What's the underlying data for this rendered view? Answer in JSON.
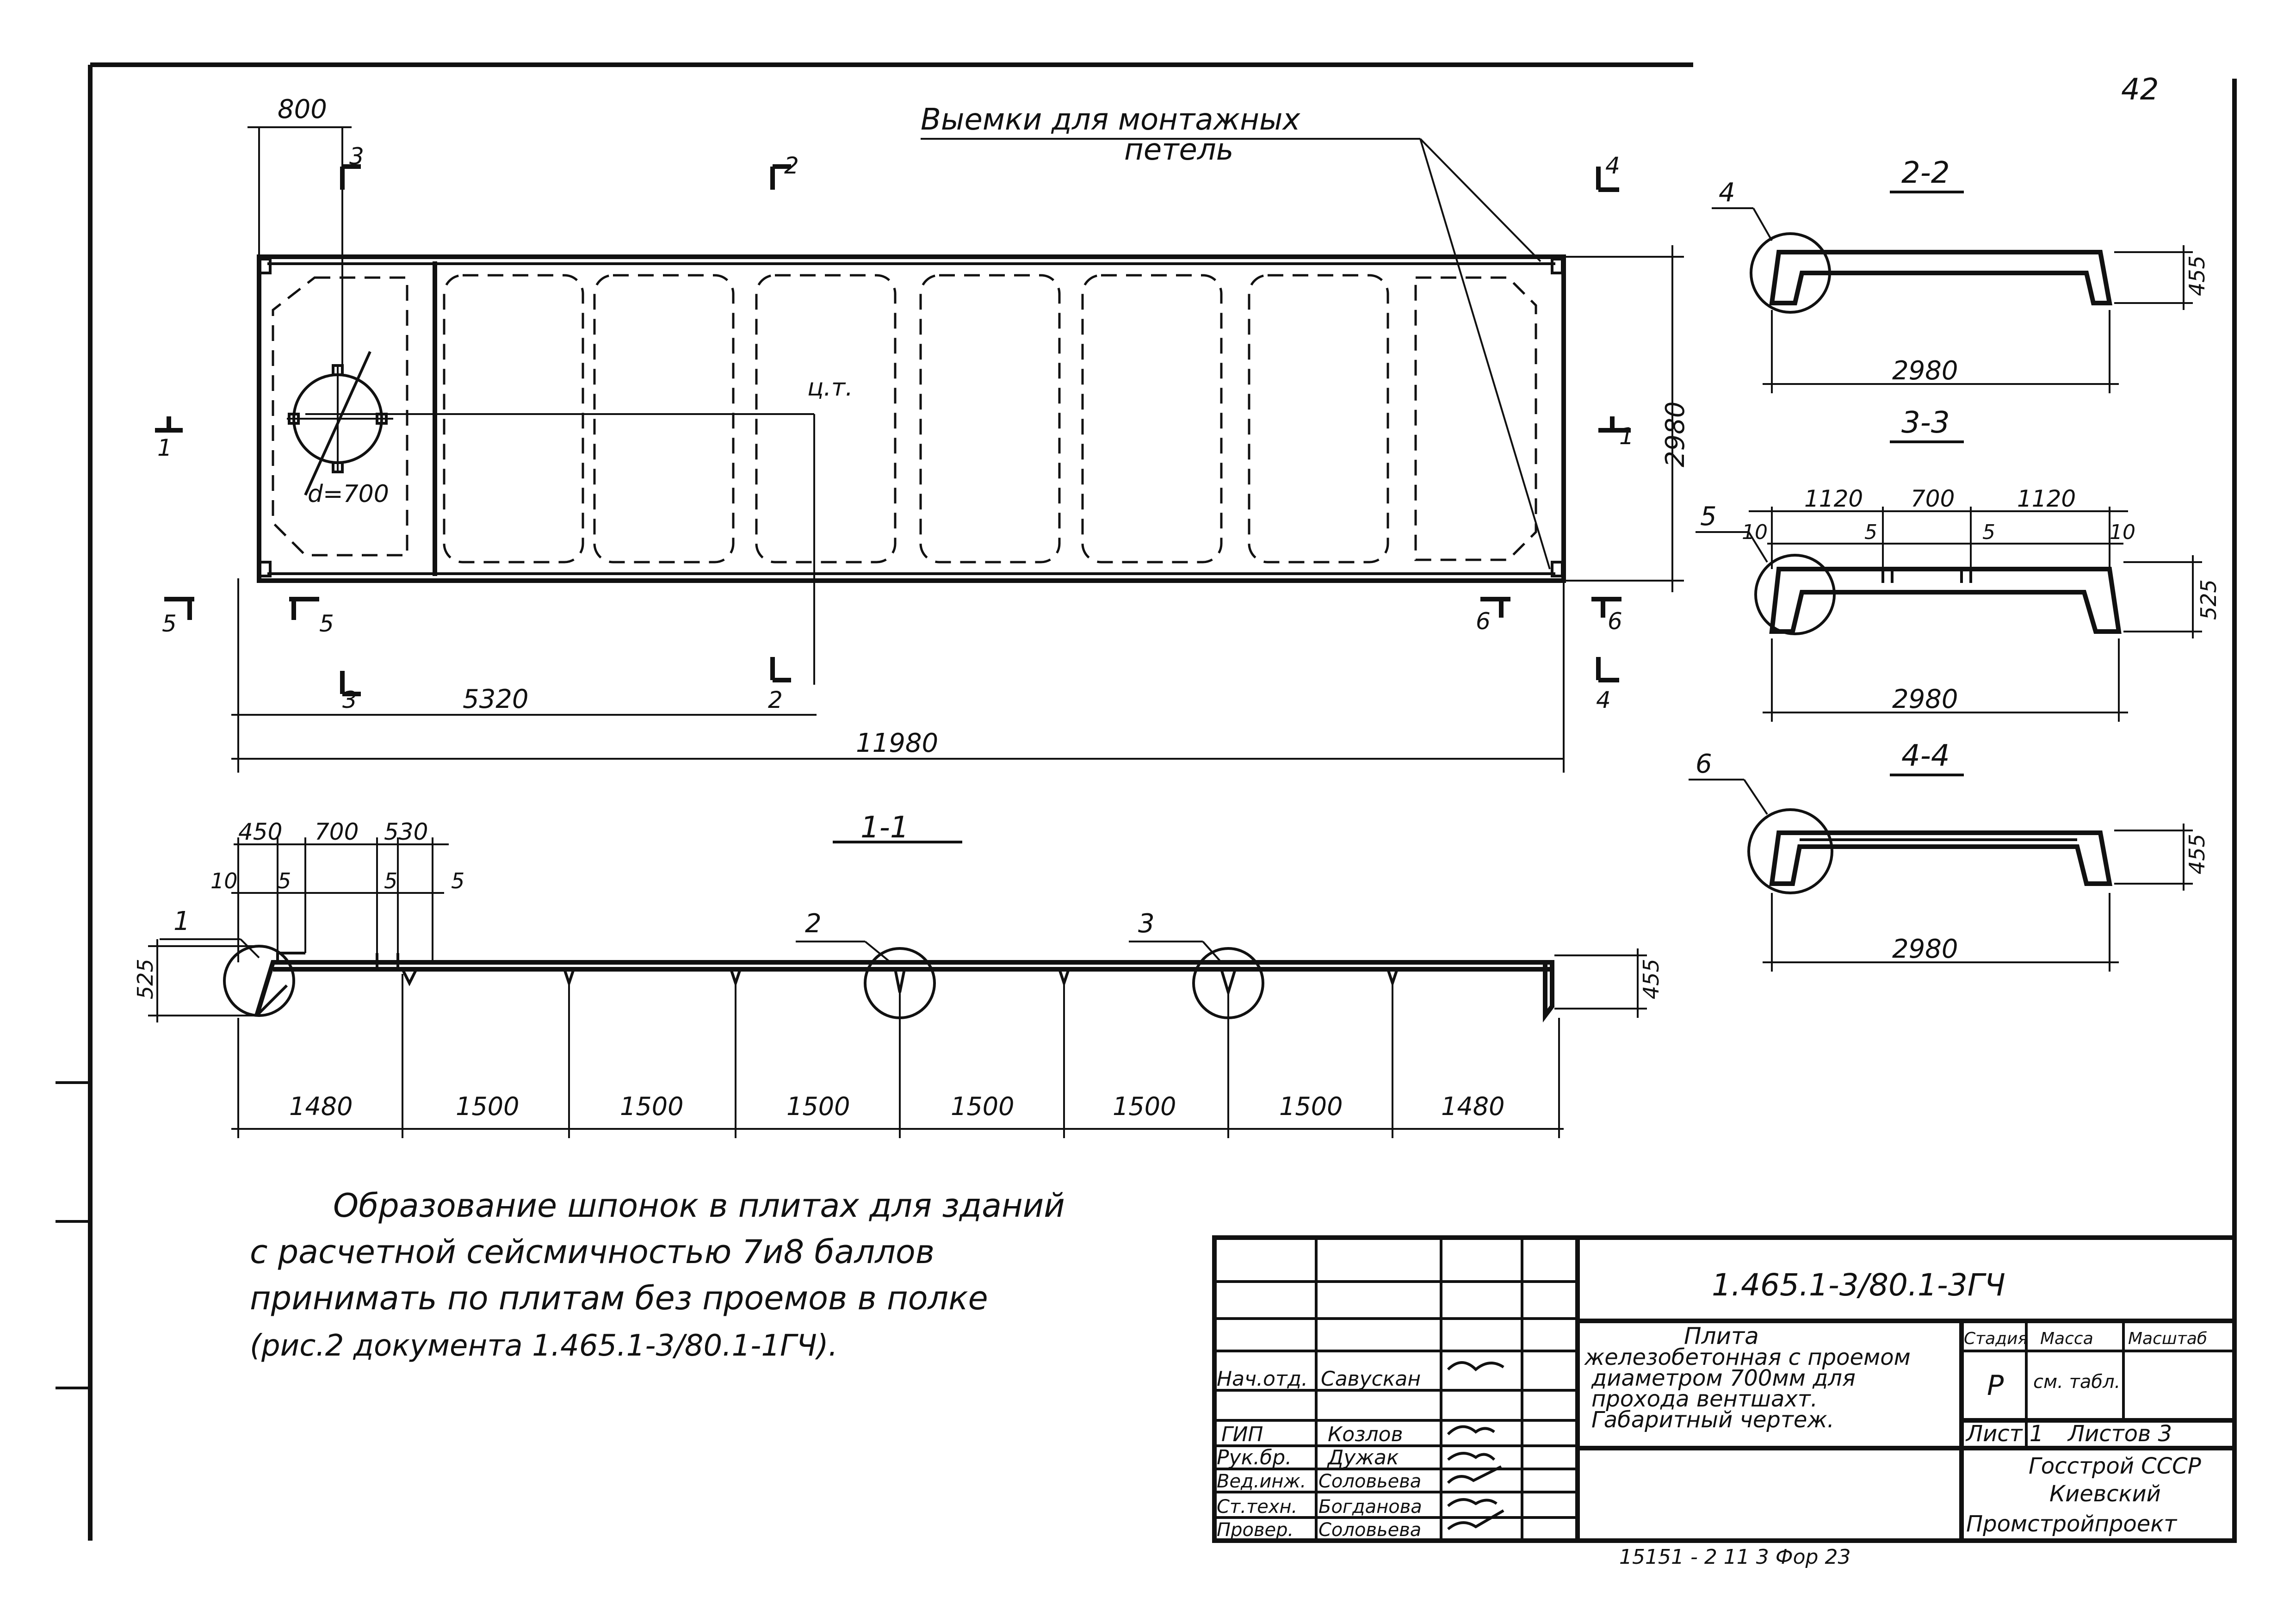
{
  "sheet_number_corner": "42",
  "callout_notches": "Выемки для монтажных петель",
  "plan": {
    "dim_top_800": "800",
    "dim_5320": "5320",
    "dim_11980": "11980",
    "dim_height_2980": "2980",
    "hole_label": "d=700",
    "cg_label": "ц.т.",
    "section_marks": [
      "1",
      "1",
      "2",
      "2",
      "3",
      "3",
      "4",
      "4",
      "5",
      "5",
      "6",
      "6"
    ]
  },
  "section_1_1": {
    "title": "1-1",
    "top_dims": [
      "450",
      "700",
      "530"
    ],
    "small_dims": [
      "10",
      "5",
      "5",
      "5"
    ],
    "left_height": "525",
    "right_height": "455",
    "callouts": [
      "1",
      "2",
      "3"
    ],
    "bottom_dims": [
      "1480",
      "1500",
      "1500",
      "1500",
      "1500",
      "1500",
      "1500",
      "1480"
    ]
  },
  "section_2_2": {
    "title": "2-2",
    "callout": "4",
    "width": "2980",
    "height": "455"
  },
  "section_3_3": {
    "title": "3-3",
    "callout": "5",
    "top_dims": [
      "1120",
      "700",
      "1120"
    ],
    "small_dims": [
      "10",
      "5",
      "5",
      "10"
    ],
    "width": "2980",
    "height": "525"
  },
  "section_4_4": {
    "title": "4-4",
    "callout": "6",
    "width": "2980",
    "height": "455"
  },
  "note": [
    "Образование шпонок в плитах для зданий",
    "с расчетной сейсмичностью 7и8 баллов",
    "принимать по плитам без проемов в полке",
    "(рис.2 документа 1.465.1-3/80.1-1ГЧ)."
  ],
  "title_block": {
    "doc_code": "1.465.1-3/80.1-3ГЧ",
    "title_lines": [
      "Плита",
      "железобетонная с проемом",
      "диаметром 700мм для",
      "прохода вентшахт.",
      "Габаритный чертеж."
    ],
    "col_stage": "Стадия",
    "col_mass": "Масса",
    "col_scale": "Масштаб",
    "stage_value": "Р",
    "mass_value": "см. табл.",
    "sheet": "Лист 1",
    "sheets": "Листов 3",
    "org": [
      "Госстрой СССР",
      "Киевский",
      "Промстройпроект"
    ],
    "staff": [
      {
        "role": "Нач.отд.",
        "name": "Савускан"
      },
      {
        "role": "ГИП",
        "name": "Козлов"
      },
      {
        "role": "Рук.бр.",
        "name": "Дужак"
      },
      {
        "role": "Вед.инж.",
        "name": "Соловьева"
      },
      {
        "role": "Ст.техн.",
        "name": "Богданова"
      },
      {
        "role": "Провер.",
        "name": "Соловьева"
      }
    ],
    "footer": "15151 - 2  11 3  Фор   23"
  }
}
